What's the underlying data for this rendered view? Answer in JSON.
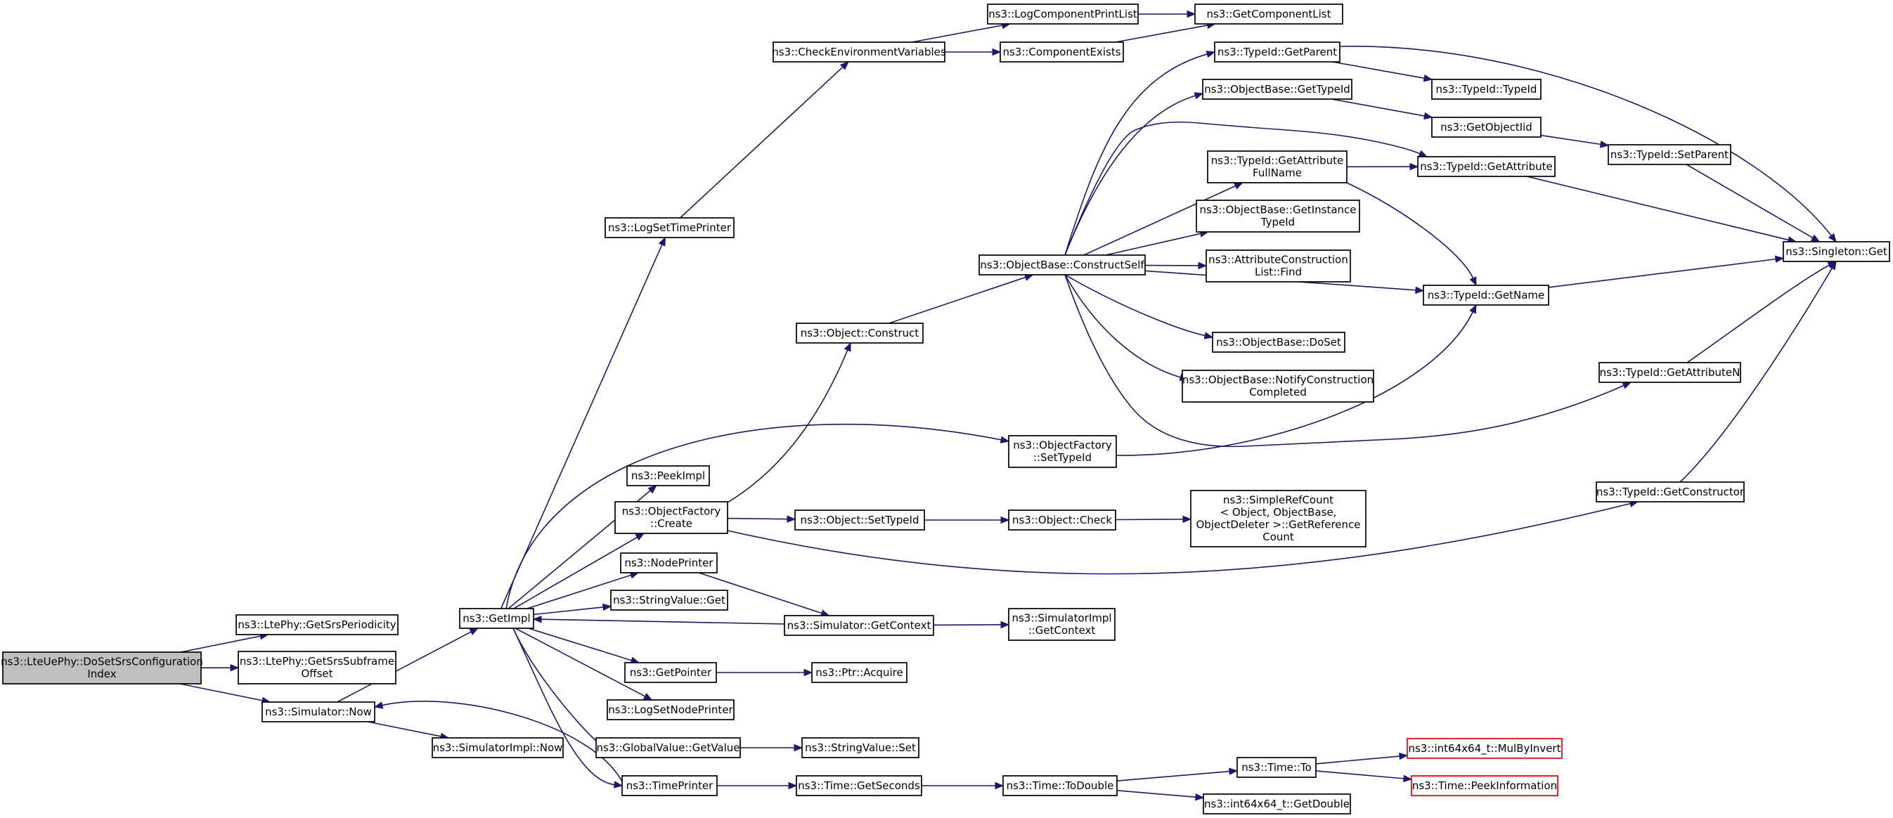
{
  "graph": {
    "title": "",
    "nodes": [
      {
        "id": "root",
        "lines": [
          "ns3::LteUePhy::DoSetSrsConfiguration",
          "Index"
        ],
        "style": "root"
      },
      {
        "id": "getSrsPeriodicity",
        "lines": [
          "ns3::LtePhy::GetSrsPeriodicity"
        ]
      },
      {
        "id": "getSrsSubframeOffset",
        "lines": [
          "ns3::LtePhy::GetSrsSubframe",
          "Offset"
        ]
      },
      {
        "id": "simNow",
        "lines": [
          "ns3::Simulator::Now"
        ]
      },
      {
        "id": "getImpl",
        "lines": [
          "ns3::GetImpl"
        ]
      },
      {
        "id": "simImplNow",
        "lines": [
          "ns3::SimulatorImpl::Now"
        ]
      },
      {
        "id": "logSetTimePrinter",
        "lines": [
          "ns3::LogSetTimePrinter"
        ]
      },
      {
        "id": "peekImpl",
        "lines": [
          "ns3::PeekImpl"
        ]
      },
      {
        "id": "objFactoryCreate",
        "lines": [
          "ns3::ObjectFactory",
          "::Create"
        ]
      },
      {
        "id": "nodePrinter",
        "lines": [
          "ns3::NodePrinter"
        ]
      },
      {
        "id": "stringValueGet",
        "lines": [
          "ns3::StringValue::Get"
        ]
      },
      {
        "id": "getPointer",
        "lines": [
          "ns3::GetPointer"
        ]
      },
      {
        "id": "logSetNodePrinter",
        "lines": [
          "ns3::LogSetNodePrinter"
        ]
      },
      {
        "id": "globalValueGetValue",
        "lines": [
          "ns3::GlobalValue::GetValue"
        ]
      },
      {
        "id": "timePrinter",
        "lines": [
          "ns3::TimePrinter"
        ]
      },
      {
        "id": "checkEnvVars",
        "lines": [
          "ns3::CheckEnvironmentVariables"
        ]
      },
      {
        "id": "objectConstruct",
        "lines": [
          "ns3::Object::Construct"
        ]
      },
      {
        "id": "objectSetTypeId",
        "lines": [
          "ns3::Object::SetTypeId"
        ]
      },
      {
        "id": "simGetContext",
        "lines": [
          "ns3::Simulator::GetContext"
        ]
      },
      {
        "id": "ptrAcquire",
        "lines": [
          "ns3::Ptr::Acquire"
        ]
      },
      {
        "id": "stringValueSet",
        "lines": [
          "ns3::StringValue::Set"
        ]
      },
      {
        "id": "timeGetSeconds",
        "lines": [
          "ns3::Time::GetSeconds"
        ]
      },
      {
        "id": "logComponentPrintList",
        "lines": [
          "ns3::LogComponentPrintList"
        ]
      },
      {
        "id": "componentExists",
        "lines": [
          "ns3::ComponentExists"
        ]
      },
      {
        "id": "objBaseConstructSelf",
        "lines": [
          "ns3::ObjectBase::ConstructSelf"
        ]
      },
      {
        "id": "objFactorySetTypeId",
        "lines": [
          "ns3::ObjectFactory",
          "::SetTypeId"
        ]
      },
      {
        "id": "objectCheck",
        "lines": [
          "ns3::Object::Check"
        ]
      },
      {
        "id": "simImplGetContext",
        "lines": [
          "ns3::SimulatorImpl",
          "::GetContext"
        ]
      },
      {
        "id": "timeToDouble",
        "lines": [
          "ns3::Time::ToDouble"
        ]
      },
      {
        "id": "getComponentList",
        "lines": [
          "ns3::GetComponentList"
        ]
      },
      {
        "id": "typeIdGetParent",
        "lines": [
          "ns3::TypeId::GetParent"
        ]
      },
      {
        "id": "objBaseGetTypeId",
        "lines": [
          "ns3::ObjectBase::GetTypeId"
        ]
      },
      {
        "id": "typeIdGetAttrFullName",
        "lines": [
          "ns3::TypeId::GetAttribute",
          "FullName"
        ]
      },
      {
        "id": "objBaseGetInstanceTypeId",
        "lines": [
          "ns3::ObjectBase::GetInstance",
          "TypeId"
        ]
      },
      {
        "id": "attrConstructionListFind",
        "lines": [
          "ns3::AttributeConstruction",
          "List::Find"
        ]
      },
      {
        "id": "objBaseDoSet",
        "lines": [
          "ns3::ObjectBase::DoSet"
        ]
      },
      {
        "id": "objBaseNotifyConstruction",
        "lines": [
          "ns3::ObjectBase::NotifyConstruction",
          "Completed"
        ]
      },
      {
        "id": "simpleRefCountGetRef",
        "lines": [
          "ns3::SimpleRefCount",
          "< Object, ObjectBase,",
          " ObjectDeleter >::GetReference",
          "Count"
        ]
      },
      {
        "id": "timeTo",
        "lines": [
          "ns3::Time::To"
        ]
      },
      {
        "id": "int64GetDouble",
        "lines": [
          "ns3::int64x64_t::GetDouble"
        ]
      },
      {
        "id": "typeIdTypeId",
        "lines": [
          "ns3::TypeId::TypeId"
        ]
      },
      {
        "id": "getObjectIid",
        "lines": [
          "ns3::GetObjectIid"
        ]
      },
      {
        "id": "typeIdGetAttribute",
        "lines": [
          "ns3::TypeId::GetAttribute"
        ]
      },
      {
        "id": "typeIdGetName",
        "lines": [
          "ns3::TypeId::GetName"
        ]
      },
      {
        "id": "typeIdGetAttributeN",
        "lines": [
          "ns3::TypeId::GetAttributeN"
        ]
      },
      {
        "id": "typeIdGetConstructor",
        "lines": [
          "ns3::TypeId::GetConstructor"
        ]
      },
      {
        "id": "int64MulByInvert",
        "lines": [
          "ns3::int64x64_t::MulByInvert"
        ],
        "style": "red"
      },
      {
        "id": "timePeekInformation",
        "lines": [
          "ns3::Time::PeekInformation"
        ],
        "style": "red"
      },
      {
        "id": "typeIdSetParent",
        "lines": [
          "ns3::TypeId::SetParent"
        ]
      },
      {
        "id": "singletonGet",
        "lines": [
          "ns3::Singleton::Get"
        ]
      }
    ],
    "edges": [
      [
        "root",
        "getSrsPeriodicity"
      ],
      [
        "root",
        "getSrsSubframeOffset"
      ],
      [
        "root",
        "simNow"
      ],
      [
        "simNow",
        "getImpl"
      ],
      [
        "simNow",
        "simImplNow"
      ],
      [
        "getImpl",
        "logSetTimePrinter"
      ],
      [
        "getImpl",
        "peekImpl"
      ],
      [
        "getImpl",
        "objFactoryCreate"
      ],
      [
        "getImpl",
        "nodePrinter"
      ],
      [
        "getImpl",
        "stringValueGet"
      ],
      [
        "getImpl",
        "getPointer"
      ],
      [
        "getImpl",
        "logSetNodePrinter"
      ],
      [
        "getImpl",
        "globalValueGetValue"
      ],
      [
        "getImpl",
        "timePrinter"
      ],
      [
        "getImpl",
        "objFactorySetTypeId"
      ],
      [
        "simGetContext",
        "getImpl"
      ],
      [
        "timePrinter",
        "simNow"
      ],
      [
        "logSetTimePrinter",
        "checkEnvVars"
      ],
      [
        "checkEnvVars",
        "logComponentPrintList"
      ],
      [
        "checkEnvVars",
        "componentExists"
      ],
      [
        "logComponentPrintList",
        "getComponentList"
      ],
      [
        "componentExists",
        "getComponentList"
      ],
      [
        "objFactoryCreate",
        "objectConstruct"
      ],
      [
        "objFactoryCreate",
        "objectSetTypeId"
      ],
      [
        "objFactoryCreate",
        "typeIdGetConstructor"
      ],
      [
        "objectConstruct",
        "objBaseConstructSelf"
      ],
      [
        "objectSetTypeId",
        "objectCheck"
      ],
      [
        "objectCheck",
        "simpleRefCountGetRef"
      ],
      [
        "nodePrinter",
        "simGetContext"
      ],
      [
        "simGetContext",
        "simImplGetContext"
      ],
      [
        "getPointer",
        "ptrAcquire"
      ],
      [
        "globalValueGetValue",
        "stringValueSet"
      ],
      [
        "timePrinter",
        "timeGetSeconds"
      ],
      [
        "timeGetSeconds",
        "timeToDouble"
      ],
      [
        "timeToDouble",
        "timeTo"
      ],
      [
        "timeToDouble",
        "int64GetDouble"
      ],
      [
        "timeTo",
        "int64MulByInvert"
      ],
      [
        "timeTo",
        "timePeekInformation"
      ],
      [
        "objBaseConstructSelf",
        "typeIdGetParent"
      ],
      [
        "objBaseConstructSelf",
        "objBaseGetTypeId"
      ],
      [
        "objBaseConstructSelf",
        "typeIdGetAttribute"
      ],
      [
        "objBaseConstructSelf",
        "typeIdGetAttrFullName"
      ],
      [
        "objBaseConstructSelf",
        "objBaseGetInstanceTypeId"
      ],
      [
        "objBaseConstructSelf",
        "attrConstructionListFind"
      ],
      [
        "objBaseConstructSelf",
        "typeIdGetName"
      ],
      [
        "objBaseConstructSelf",
        "objBaseDoSet"
      ],
      [
        "objBaseConstructSelf",
        "objBaseNotifyConstruction"
      ],
      [
        "objBaseConstructSelf",
        "typeIdGetAttributeN"
      ],
      [
        "objFactorySetTypeId",
        "typeIdGetName"
      ],
      [
        "typeIdGetParent",
        "typeIdTypeId"
      ],
      [
        "typeIdGetParent",
        "singletonGet"
      ],
      [
        "objBaseGetTypeId",
        "getObjectIid"
      ],
      [
        "getObjectIid",
        "typeIdSetParent"
      ],
      [
        "typeIdSetParent",
        "singletonGet"
      ],
      [
        "typeIdGetAttrFullName",
        "typeIdGetAttribute"
      ],
      [
        "typeIdGetAttrFullName",
        "typeIdGetName"
      ],
      [
        "typeIdGetAttribute",
        "singletonGet"
      ],
      [
        "typeIdGetName",
        "singletonGet"
      ],
      [
        "typeIdGetAttributeN",
        "singletonGet"
      ],
      [
        "typeIdGetConstructor",
        "singletonGet"
      ]
    ],
    "colors": {
      "edge": "#191970",
      "root_fill": "#bfbfbf",
      "node_border": "#000000",
      "red_border": "#ff0000"
    }
  }
}
